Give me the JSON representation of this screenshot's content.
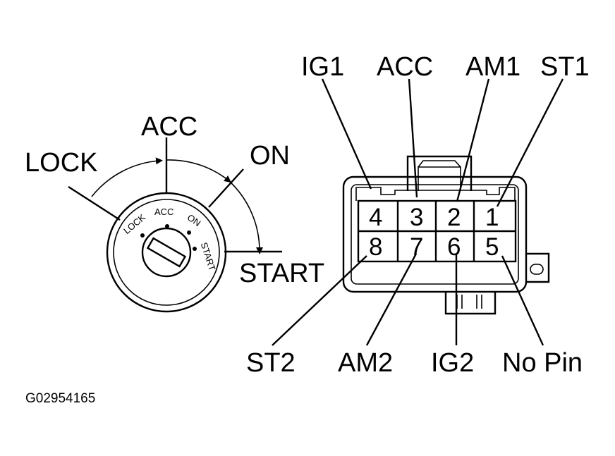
{
  "ignition_switch": {
    "position_labels": {
      "lock": "LOCK",
      "acc": "ACC",
      "on": "ON",
      "start": "START"
    },
    "face_labels": {
      "lock": "LOCK",
      "acc": "ACC",
      "on": "ON",
      "start": "START"
    }
  },
  "connector": {
    "top_labels": {
      "ig1": "IG1",
      "acc": "ACC",
      "am1": "AM1",
      "st1": "ST1"
    },
    "bottom_labels": {
      "st2": "ST2",
      "am2": "AM2",
      "ig2": "IG2",
      "no_pin": "No Pin"
    },
    "pins_top_row": [
      "4",
      "3",
      "2",
      "1"
    ],
    "pins_bottom_row": [
      "8",
      "7",
      "6",
      "5"
    ]
  },
  "figure_code": "G02954165"
}
